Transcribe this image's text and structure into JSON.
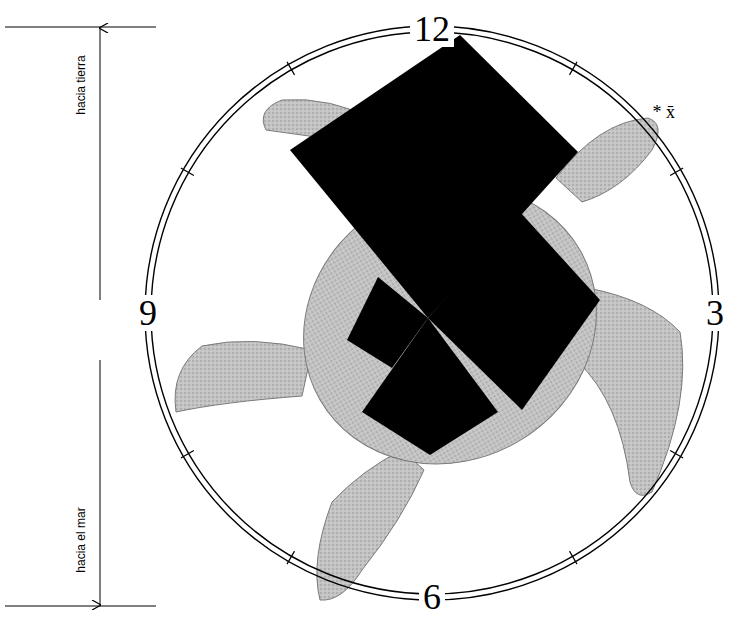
{
  "diagram": {
    "labels": [
      "12",
      "3",
      "6",
      "9",
      "hacia tierra",
      "hacia el mar",
      "* x̄"
    ]
  }
}
